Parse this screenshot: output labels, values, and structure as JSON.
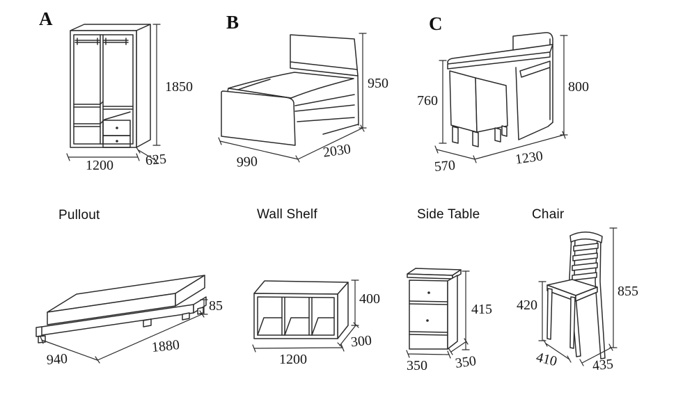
{
  "meta": {
    "background": "#ffffff",
    "line_color": "#2b2b2b",
    "text_color": "#161616",
    "units": "mm"
  },
  "items": [
    {
      "letter": "A",
      "type": "wardrobe",
      "dims": {
        "height": "1850",
        "width": "1200",
        "depth": "625"
      }
    },
    {
      "letter": "B",
      "type": "bed",
      "dims": {
        "height": "950",
        "length": "2030",
        "width": "990"
      }
    },
    {
      "letter": "C",
      "type": "desk",
      "dims": {
        "surface_height": "760",
        "height": "800",
        "depth": "570",
        "width": "1230"
      }
    },
    {
      "name": "Pullout",
      "type": "pullout-bed",
      "dims": {
        "thickness": "85",
        "length": "1880",
        "width": "940"
      }
    },
    {
      "name": "Wall Shelf",
      "type": "wall-shelf",
      "dims": {
        "height": "400",
        "depth": "300",
        "width": "1200"
      }
    },
    {
      "name": "Side Table",
      "type": "side-table",
      "dims": {
        "height": "415",
        "width": "350",
        "depth": "350"
      }
    },
    {
      "name": "Chair",
      "type": "chair",
      "dims": {
        "seat_height": "420",
        "height": "855",
        "depth": "410",
        "width": "435"
      }
    }
  ]
}
